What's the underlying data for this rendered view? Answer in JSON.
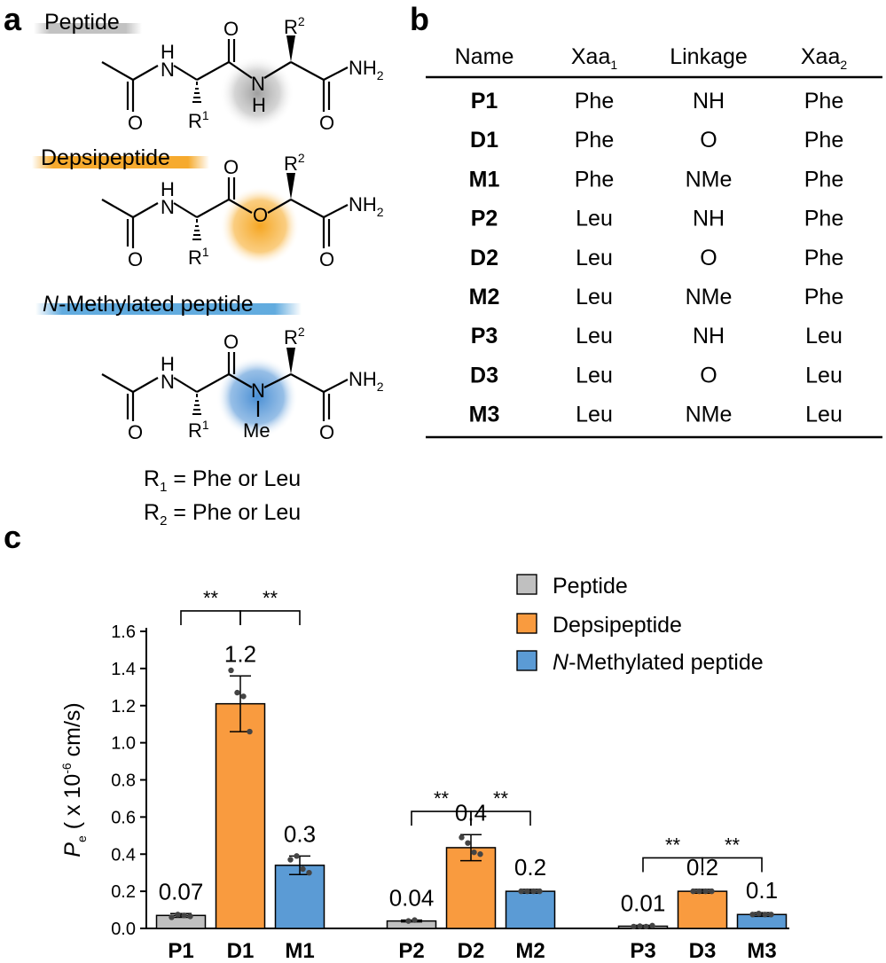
{
  "panels": {
    "a": "a",
    "b": "b",
    "c": "c"
  },
  "structures": {
    "peptide_label": "Peptide",
    "depsipeptide_label": "Depsipeptide",
    "nmethyl_label_italic": "N",
    "nmethyl_label_rest": "-Methylated peptide",
    "atom_O": "O",
    "atom_H": "H",
    "atom_N": "N",
    "atom_NH": "NH",
    "atom_NH2_main": "NH",
    "atom_NH2_sub": "2",
    "atom_R": "R",
    "sup_1": "1",
    "sup_2": "2",
    "atom_Me": "Me",
    "r1_def_main": "R",
    "r1_def_sub": "1",
    "r1_def_rest": " = Phe or Leu",
    "r2_def_main": "R",
    "r2_def_sub": "2",
    "r2_def_rest": " = Phe or Leu",
    "colors": {
      "peptide": "#9a9a9a",
      "depsi": "#f5a623",
      "nmethyl": "#4a8fd4"
    }
  },
  "table": {
    "headers": [
      {
        "main": "Name",
        "sub": ""
      },
      {
        "main": "Xaa",
        "sub": "1"
      },
      {
        "main": "Linkage",
        "sub": ""
      },
      {
        "main": "Xaa",
        "sub": "2"
      }
    ],
    "rows": [
      [
        "P1",
        "Phe",
        "NH",
        "Phe"
      ],
      [
        "D1",
        "Phe",
        "O",
        "Phe"
      ],
      [
        "M1",
        "Phe",
        "NMe",
        "Phe"
      ],
      [
        "P2",
        "Leu",
        "NH",
        "Phe"
      ],
      [
        "D2",
        "Leu",
        "O",
        "Phe"
      ],
      [
        "M2",
        "Leu",
        "NMe",
        "Phe"
      ],
      [
        "P3",
        "Leu",
        "NH",
        "Leu"
      ],
      [
        "D3",
        "Leu",
        "O",
        "Leu"
      ],
      [
        "M3",
        "Leu",
        "NMe",
        "Leu"
      ]
    ]
  },
  "chart_data": {
    "type": "bar",
    "ylabel_italic": "P",
    "ylabel_sub": "e",
    "ylabel_rest": " ( x 10",
    "ylabel_sup": "-6",
    "ylabel_unit": " cm/s)",
    "ylim": [
      0,
      1.6
    ],
    "yticks": [
      "0.0",
      "0.2",
      "0.4",
      "0.6",
      "0.8",
      "1.0",
      "1.2",
      "1.4",
      "1.6"
    ],
    "categories": [
      "P1",
      "D1",
      "M1",
      "P2",
      "D2",
      "M2",
      "P3",
      "D3",
      "M3"
    ],
    "values": [
      0.07,
      1.21,
      0.34,
      0.04,
      0.435,
      0.2,
      0.012,
      0.2,
      0.075
    ],
    "value_labels": [
      "0.07",
      "1.2",
      "0.3",
      "0.04",
      "0.4",
      "0.2",
      "0.01",
      "0.2",
      "0.1"
    ],
    "errors": [
      0.01,
      0.15,
      0.05,
      0.005,
      0.07,
      0.01,
      0.005,
      0.01,
      0.01
    ],
    "series_index": [
      0,
      1,
      2,
      0,
      1,
      2,
      0,
      1,
      2
    ],
    "points": [
      [
        0.06,
        0.075,
        0.07,
        0.065
      ],
      [
        1.39,
        1.27,
        1.25,
        1.06
      ],
      [
        0.37,
        0.39,
        0.32,
        0.3
      ],
      [
        0.04,
        0.045
      ],
      [
        0.49,
        0.46,
        0.41,
        0.4
      ],
      [
        0.2,
        0.2,
        0.2,
        0.2
      ],
      [
        0.01,
        0.012,
        0.01,
        0.015
      ],
      [
        0.2,
        0.2,
        0.2,
        0.2
      ],
      [
        0.075,
        0.08,
        0.075,
        0.075
      ]
    ],
    "series": [
      {
        "name": "Peptide",
        "color": "#c0c0c0"
      },
      {
        "name": "Depsipeptide",
        "color": "#f99b3f"
      },
      {
        "name": "-Methylated peptide",
        "name_italic_prefix": "N",
        "color": "#5b9bd5"
      }
    ],
    "significance": [
      {
        "from": 0,
        "to": 1,
        "label": "**",
        "y": 1.71
      },
      {
        "from": 1,
        "to": 2,
        "label": "**",
        "y": 1.71
      },
      {
        "from": 3,
        "to": 4,
        "label": "**",
        "y": 0.63
      },
      {
        "from": 4,
        "to": 5,
        "label": "**",
        "y": 0.63
      },
      {
        "from": 6,
        "to": 7,
        "label": "**",
        "y": 0.38
      },
      {
        "from": 7,
        "to": 8,
        "label": "**",
        "y": 0.38
      }
    ],
    "legend_position": "top-right",
    "grid": false
  }
}
